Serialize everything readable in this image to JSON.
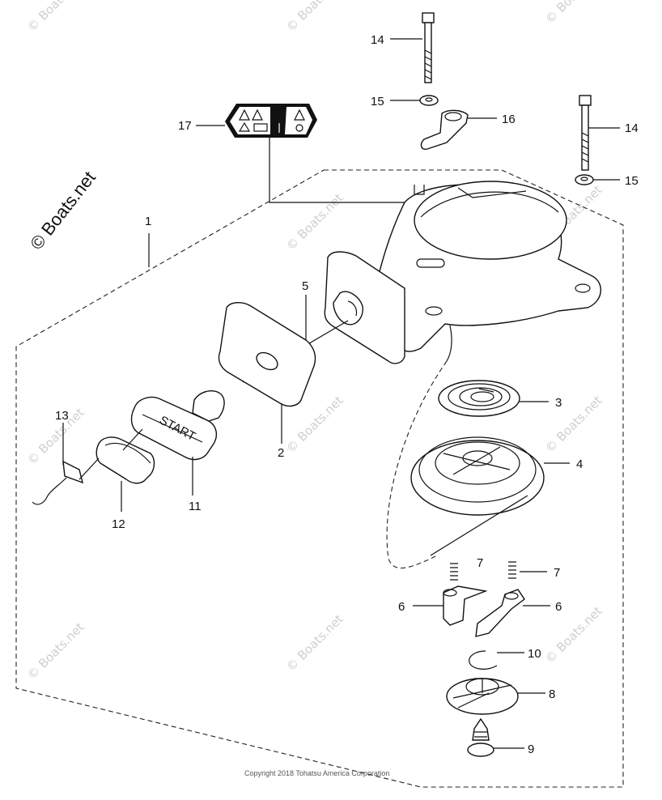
{
  "brand": {
    "text": "© Boats.net"
  },
  "watermark": {
    "text": "© Boats.net"
  },
  "copyright": {
    "text": "Copyright 2018 Tohatsu America Corporation"
  },
  "callouts": {
    "c1": "1",
    "c2": "2",
    "c3": "3",
    "c4": "4",
    "c5": "5",
    "c6a": "6",
    "c6b": "6",
    "c7a": "7",
    "c7b": "7",
    "c8": "8",
    "c9": "9",
    "c10": "10",
    "c11": "11",
    "c12": "12",
    "c13": "13",
    "c14a": "14",
    "c14b": "14",
    "c15a": "15",
    "c15b": "15",
    "c16": "16",
    "c17": "17"
  },
  "handle_text": "START"
}
